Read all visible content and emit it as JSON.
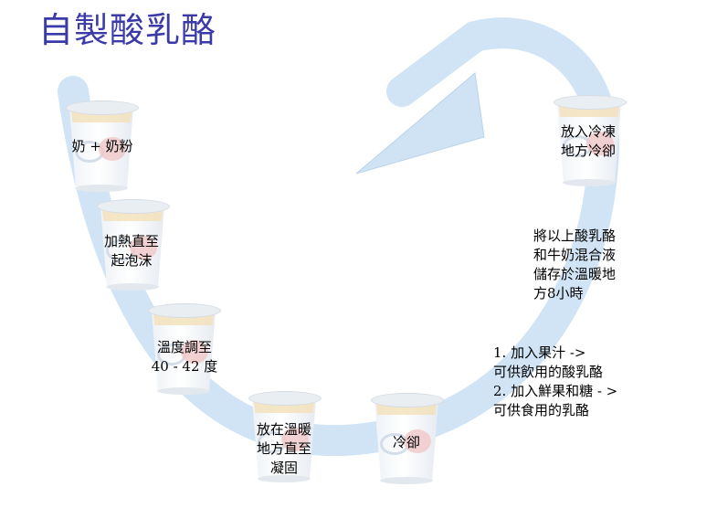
{
  "title": "自製酸乳酪",
  "colors": {
    "title": "#3a3aa8",
    "arrow": "#cfe3f4",
    "arrow_edge": "#b9d4ec"
  },
  "steps": [
    {
      "lines": [
        "奶 + 奶粉"
      ]
    },
    {
      "lines": [
        "加熱直至",
        "起泡沫"
      ]
    },
    {
      "lines": [
        "溫度調至",
        "40 - 42 度"
      ]
    },
    {
      "lines": [
        "放在溫暖",
        "地方直至",
        "凝固"
      ]
    },
    {
      "lines": [
        "冷卻"
      ]
    },
    {
      "lines": [
        "1. 加入果汁 ->",
        "可供飲用的酸乳酪",
        "2. 加入鮮果和糖 - >",
        "可供食用的乳酪"
      ]
    },
    {
      "lines": [
        "將以上酸乳酪",
        "和牛奶混合液",
        "儲存於溫暖地",
        "方8小時"
      ]
    },
    {
      "lines": [
        "放入冷凍",
        "地方冷卻"
      ]
    }
  ],
  "icons": [
    "yogurt-cup-icon",
    "cycle-arrow-icon"
  ]
}
